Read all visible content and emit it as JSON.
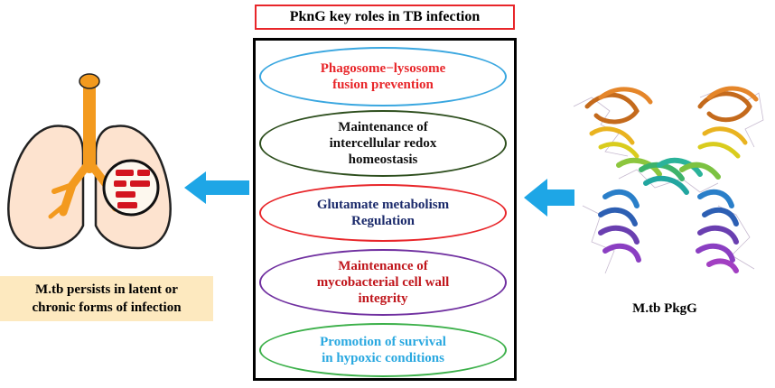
{
  "title": "PknG key roles in TB infection",
  "roles": [
    {
      "lines": [
        "Phagosome−lysosome",
        "fusion prevention"
      ],
      "text_color": "#e8262a",
      "border_color": "#3aa7e0"
    },
    {
      "lines": [
        "Maintenance of",
        "intercellular redox",
        "homeostasis"
      ],
      "text_color": "#111111",
      "border_color": "#2e4f1e"
    },
    {
      "lines": [
        "Glutamate metabolism",
        "Regulation"
      ],
      "text_color": "#1b2a6b",
      "border_color": "#e8262a"
    },
    {
      "lines": [
        "Maintenance of",
        "mycobacterial cell wall",
        "integrity"
      ],
      "text_color": "#c0161c",
      "border_color": "#7030a0"
    },
    {
      "lines": [
        "Promotion of survival",
        "in hypoxic conditions"
      ],
      "text_color": "#29a8e0",
      "border_color": "#3cb04a"
    }
  ],
  "left_caption": [
    "M.tb persists in latent or",
    "chronic forms of infection"
  ],
  "right_caption": "M.tb PkgG",
  "colors": {
    "arrow": "#1ea6e6",
    "lung_fill": "#fde3cf",
    "trachea": "#f39a1e",
    "bacteria": "#d3151f",
    "caption_bg": "#fde9bf"
  }
}
